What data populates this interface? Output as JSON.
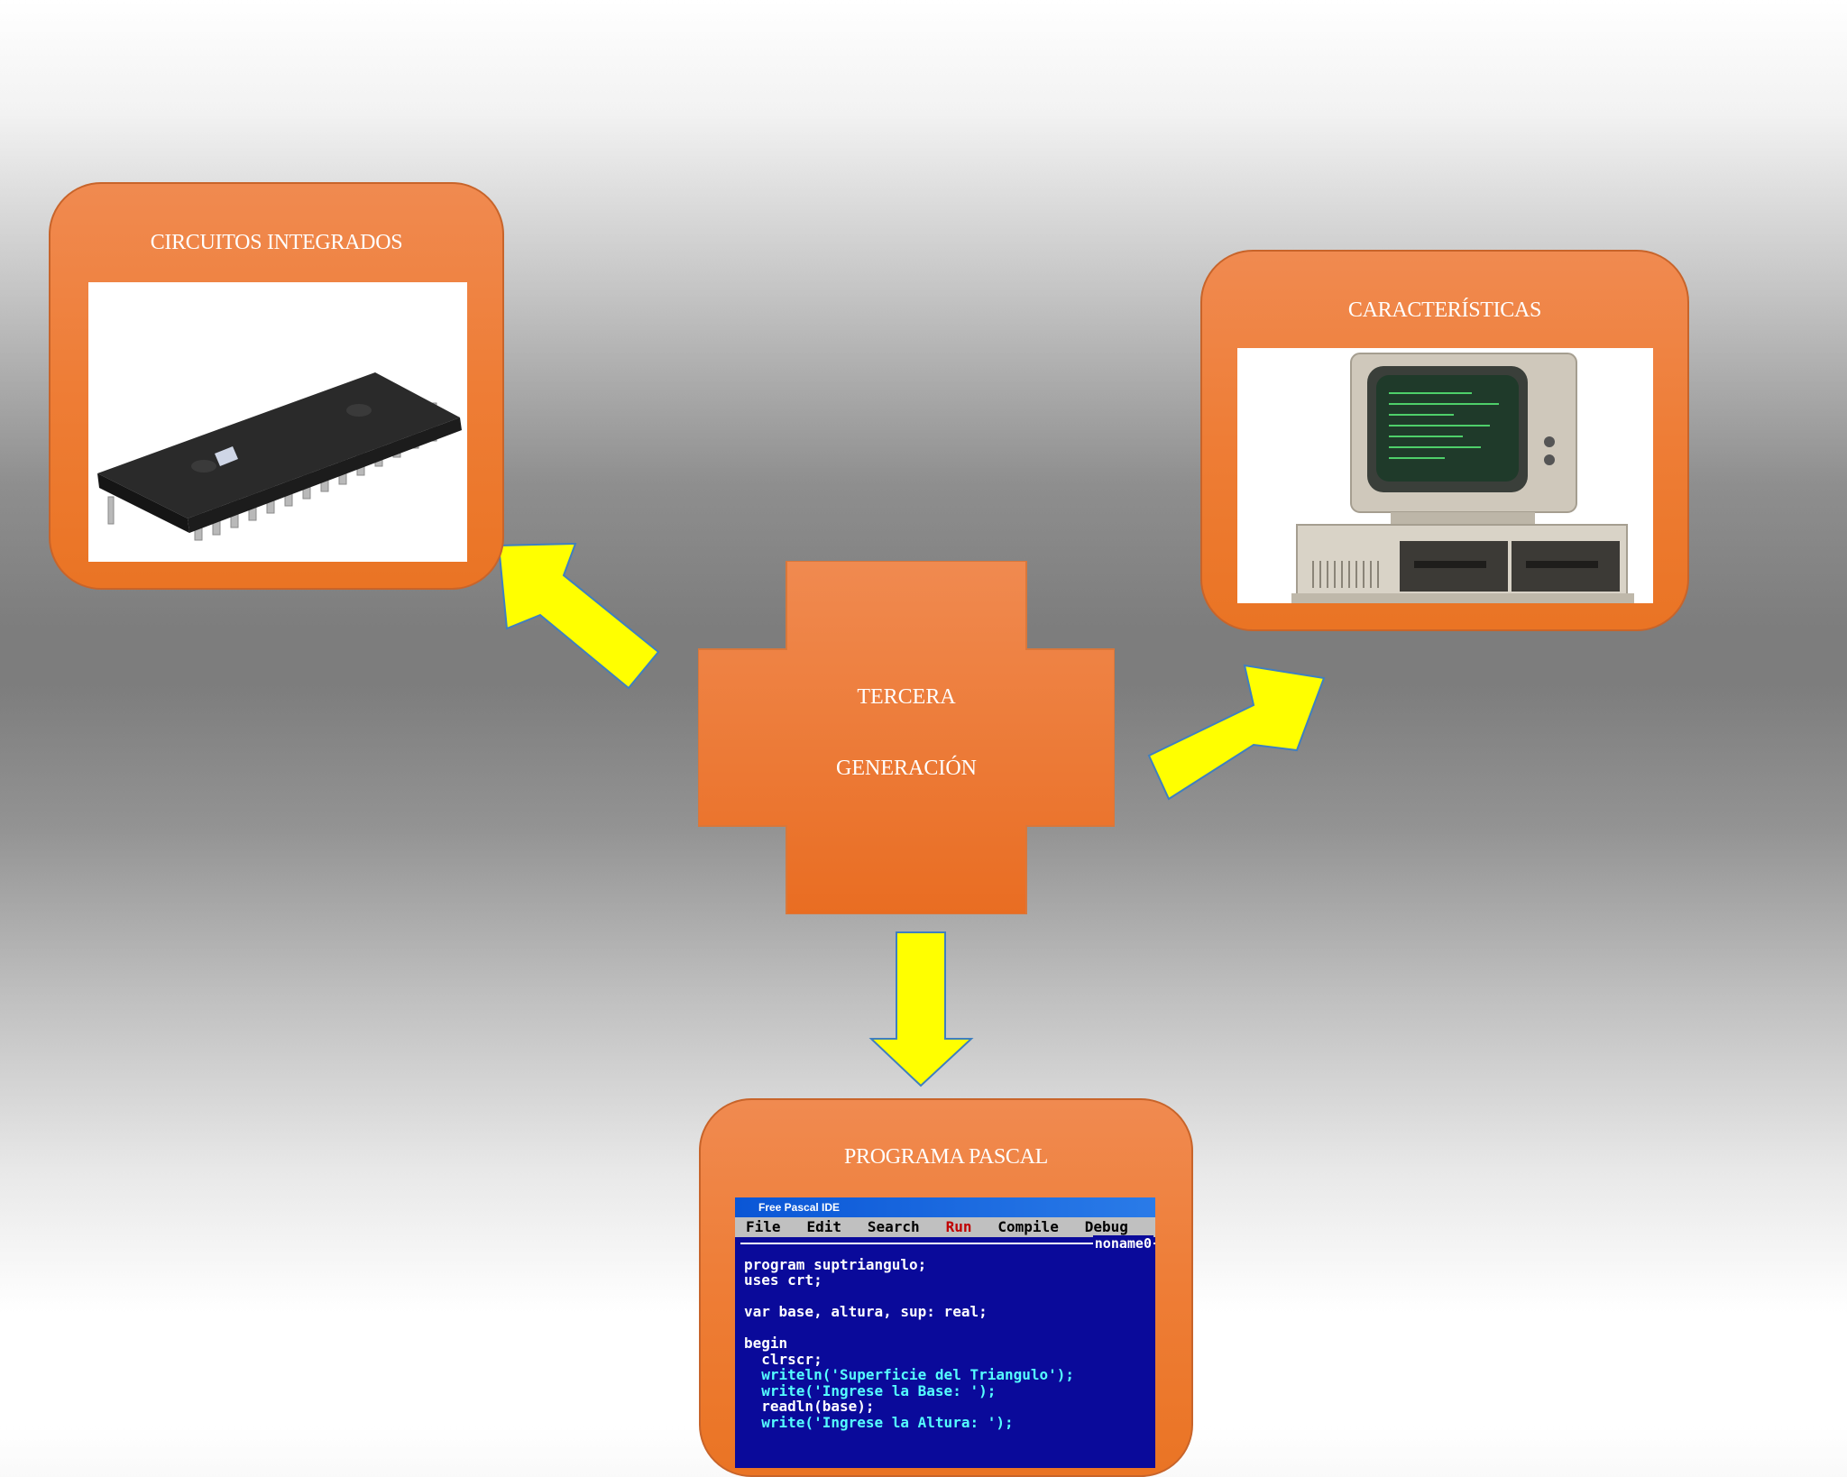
{
  "center": {
    "line1": "TERCERA",
    "line2": "GENERACIÓN"
  },
  "cards": {
    "circuits": {
      "title": "CIRCUITOS INTEGRADOS",
      "image": "integrated-circuit-chip-photo"
    },
    "features": {
      "title": "CARACTERÍSTICAS",
      "image": "vintage-computer-photo"
    },
    "pascal": {
      "title": "PROGRAMA PASCAL",
      "image": "free-pascal-ide-screenshot"
    }
  },
  "pascal_screen": {
    "window_title": "Free Pascal IDE",
    "menu": [
      "File",
      "Edit",
      "Search",
      "Run",
      "Compile",
      "Debug"
    ],
    "file_name": "noname0",
    "code": [
      "program suptriangulo;",
      "uses crt;",
      "",
      "var base, altura, sup: real;",
      "",
      "begin",
      "  clrscr;",
      "  writeln('Superficie del Triangulo');",
      "  write('Ingrese la Base: ');",
      "  readln(base);",
      "  write('Ingrese la Altura: ');"
    ]
  },
  "colors": {
    "card_orange": "#ee7d36",
    "arrow_yellow": "#ffff00",
    "arrow_outline": "#3f7fbf",
    "text_white": "#ffffff"
  }
}
